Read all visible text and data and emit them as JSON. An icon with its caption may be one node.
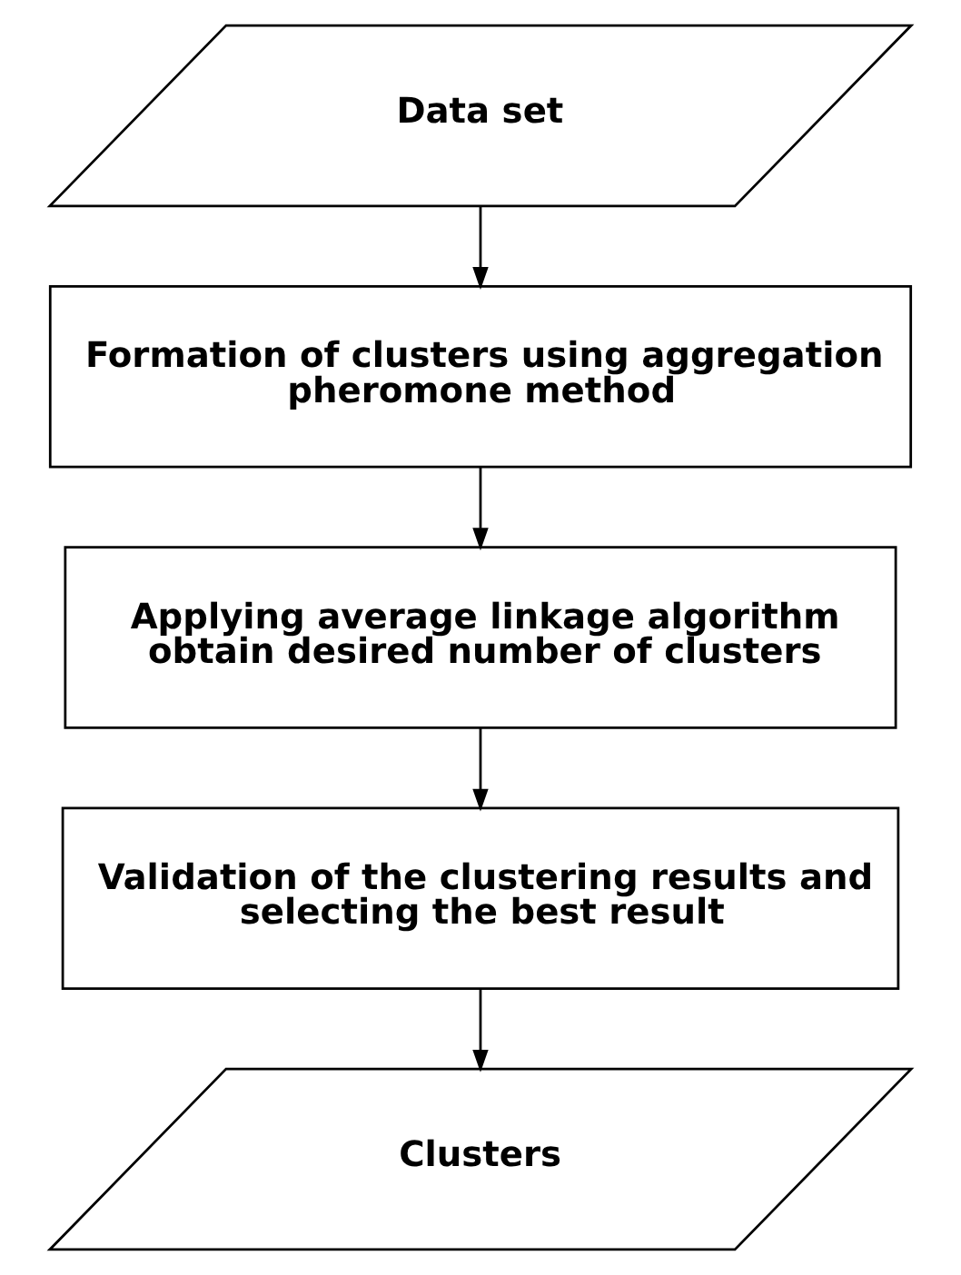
{
  "diagram": {
    "nodes": [
      {
        "text": [
          "Data set"
        ]
      },
      {
        "text": [
          "Formation of clusters using aggregation pheromone method"
        ]
      },
      {
        "text": [
          "Applying average linkage algorithm obtain desired number of clusters"
        ]
      },
      {
        "text": [
          "Validation of the clustering results and selecting the best result"
        ]
      },
      {
        "text": [
          "Clusters"
        ]
      }
    ],
    "edges": [
      {
        "from": 0,
        "to": 1,
        "arrow": "to"
      },
      {
        "from": 1,
        "to": 2,
        "arrow": "to"
      },
      {
        "from": 2,
        "to": 3,
        "arrow": "to"
      },
      {
        "from": 3,
        "to": 4,
        "arrow": "to"
      }
    ]
  }
}
